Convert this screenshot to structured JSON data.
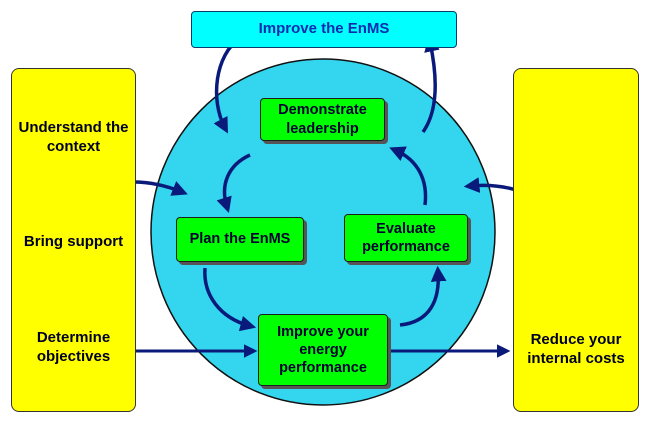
{
  "top_box": {
    "label": "Improve the EnMS"
  },
  "left_panel": {
    "items": [
      "Understand the\ncontext",
      "Bring support",
      "Determine\nobjectives"
    ]
  },
  "right_panel": {
    "label": "Reduce your\ninternal costs"
  },
  "cycle": {
    "demonstrate": "Demonstrate\nleadership",
    "plan": "Plan the EnMS",
    "evaluate": "Evaluate\nperformance",
    "improve": "Improve your\nenergy\nperformance"
  },
  "colors": {
    "circle_fill": "#33d6ee",
    "box_green": "#00ff00",
    "panel_yellow": "#ffff00",
    "top_cyan": "#00ffff",
    "arrow": "#0a1a7a"
  }
}
